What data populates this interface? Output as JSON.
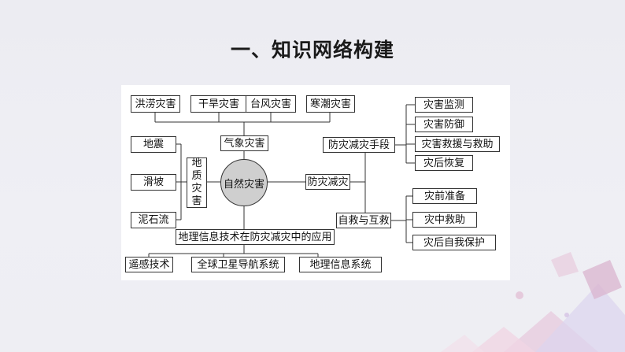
{
  "title": "一、知识网络构建",
  "diagram": {
    "center": "自然灾害",
    "weather": {
      "label": "气象灾害",
      "items": [
        "洪涝灾害",
        "干旱灾害",
        "台风灾害",
        "寒潮灾害"
      ]
    },
    "geo": {
      "label_chars": [
        "地",
        "质",
        "灾",
        "害"
      ],
      "items": [
        "地震",
        "滑坡",
        "泥石流"
      ]
    },
    "prevention": {
      "label": "防灾减灾",
      "means": {
        "label": "防灾减灾手段",
        "items": [
          "灾害监测",
          "灾害防御",
          "灾害救援与救助",
          "灾后恢复"
        ]
      },
      "self_rescue": {
        "label": "自救与互救",
        "items": [
          "灾前准备",
          "灾中救助",
          "灾后自我保护"
        ]
      }
    },
    "tech": {
      "label": "地理信息技术在防灾减灾中的应用",
      "items": [
        "遥感技术",
        "全球卫星导航系统",
        "地理信息系统"
      ]
    }
  }
}
